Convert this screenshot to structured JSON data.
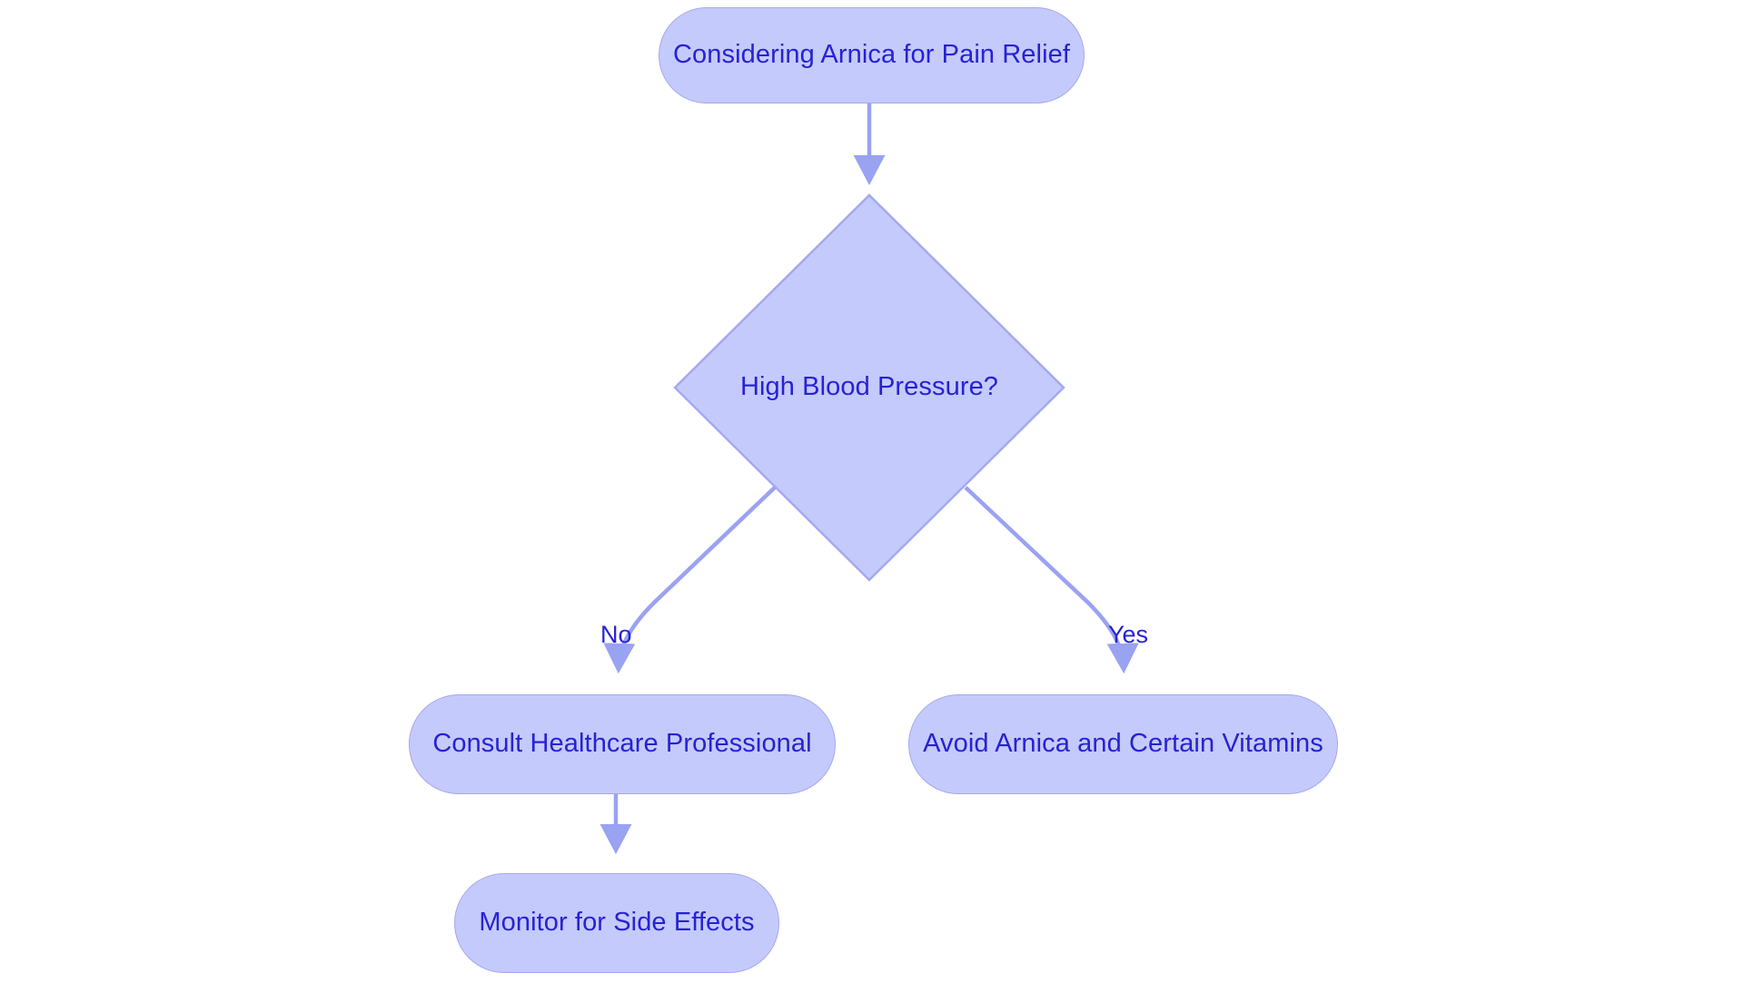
{
  "diagram": {
    "type": "flowchart",
    "title": "Arnica for Pain Relief decision flow",
    "orientation": "top-down",
    "background_color": "#ffffff",
    "node_fill_color": "#c5cafc",
    "node_border_color": "#a3a8f0",
    "node_text_color": "#2622d4",
    "edge_color": "#9aa2f2",
    "nodes": [
      {
        "id": "start",
        "shape": "rounded-rectangle",
        "label": "Considering Arnica for Pain Relief"
      },
      {
        "id": "decision",
        "shape": "diamond",
        "label": "High Blood Pressure?"
      },
      {
        "id": "consult",
        "shape": "rounded-rectangle",
        "label": "Consult Healthcare Professional"
      },
      {
        "id": "avoid",
        "shape": "rounded-rectangle",
        "label": "Avoid Arnica and Certain Vitamins"
      },
      {
        "id": "monitor",
        "shape": "rounded-rectangle",
        "label": "Monitor for Side Effects"
      }
    ],
    "edges": [
      {
        "from": "start",
        "to": "decision",
        "label": ""
      },
      {
        "from": "decision",
        "to": "consult",
        "label": "No"
      },
      {
        "from": "decision",
        "to": "avoid",
        "label": "Yes"
      },
      {
        "from": "consult",
        "to": "monitor",
        "label": ""
      }
    ],
    "edge_labels": {
      "no": "No",
      "yes": "Yes"
    }
  }
}
